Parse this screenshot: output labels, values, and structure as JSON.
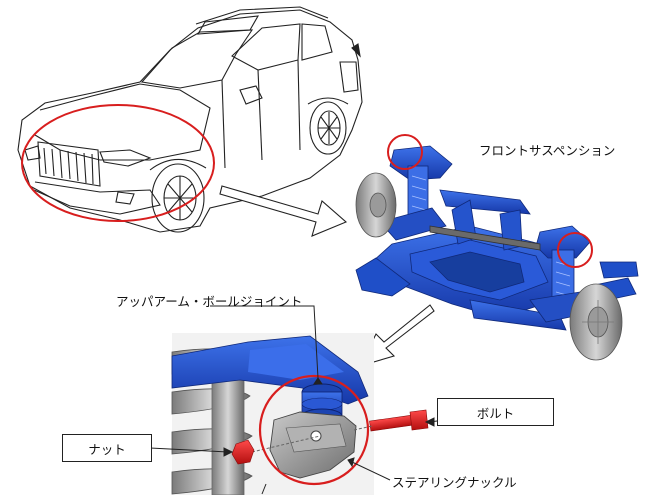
{
  "labels": {
    "front_suspension": "フロントサスペンション",
    "upper_arm_ball_joint": "アッパアーム・ボールジョイント",
    "bolt": "ボルト",
    "nut": "ナット",
    "steering_knuckle": "ステアリングナックル"
  },
  "colors": {
    "highlight_red": "#d81e1e",
    "suspension_blue": "#1f4fc8",
    "line_art": "#222222"
  }
}
